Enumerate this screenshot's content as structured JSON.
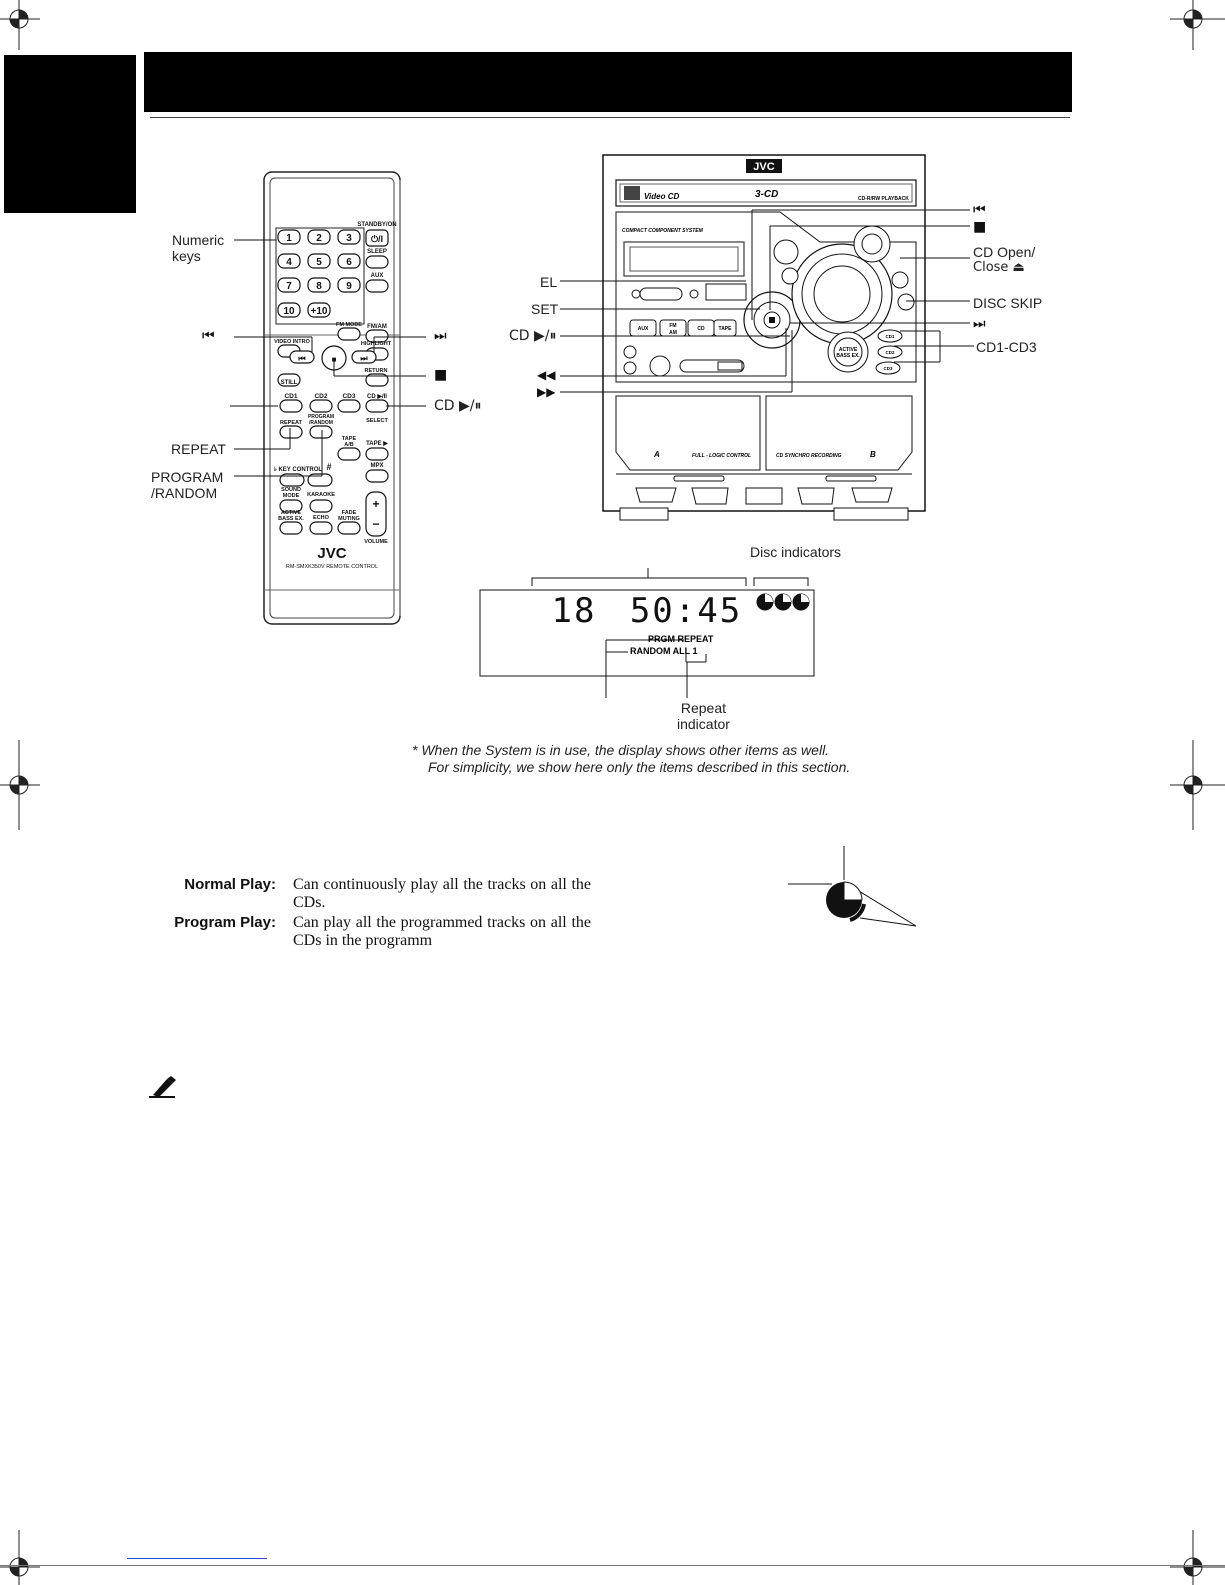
{
  "page": {
    "title": "",
    "footnote_line1": "*  When the System is in use, the display shows other items as well.",
    "footnote_line2": "For simplicity, we show here only the items described in this section."
  },
  "remote": {
    "callouts": {
      "numeric_keys_1": "Numeric",
      "numeric_keys_2": "keys",
      "prev": "⏮",
      "next": "⏭",
      "stop": "■",
      "cd_play": "CD ▶/⏸",
      "repeat": "REPEAT",
      "program_1": "PROGRAM",
      "program_2": "/RANDOM"
    },
    "keys": {
      "k1": "1",
      "k2": "2",
      "k3": "3",
      "k4": "4",
      "k5": "5",
      "k6": "6",
      "k7": "7",
      "k8": "8",
      "k9": "9",
      "k10": "10",
      "kplus10": "+10",
      "standby": "⏻/I",
      "standby_label": "STANDBY/ON",
      "sleep": "SLEEP",
      "aux": "AUX",
      "fm_mode": "FM MODE",
      "fm_am": "FM/AM",
      "video_intro": "VIDEO INTRO",
      "highlight": "HIGHLIGHT",
      "still": "STILL",
      "return": "RETURN",
      "cd1": "CD1",
      "cd2": "CD2",
      "cd3": "CD3",
      "cd_play": "CD ▶/II",
      "select": "SELECT",
      "repeat": "REPEAT",
      "program": "PROGRAM",
      "random": "/RANDOM",
      "tape_ab": "TAPE",
      "tape_ab2": "A/B",
      "tape_play": "TAPE ▶",
      "key_control": "♭ KEY CONTROL",
      "sharp": "#",
      "mpx": "MPX",
      "sound_mode": "SOUND",
      "sound_mode2": "MODE",
      "karaoke": "KARAOKE",
      "active_bass": "ACTIVE",
      "active_bass2": "BASS EX.",
      "echo": "ECHO",
      "fade": "FADE",
      "fade2": "MUTING",
      "volume": "VOLUME",
      "vol_plus": "+",
      "vol_minus": "−",
      "brand": "JVC",
      "model": "RM-SMXK350V  REMOTE CONTROL"
    }
  },
  "unit": {
    "callouts": {
      "prev": "⏮",
      "stop": "■",
      "cd_open_1": "CD Open/",
      "cd_open_2": "Close ⏏",
      "disc_skip": "DISC SKIP",
      "next": "⏭",
      "cd1_cd3": "CD1-CD3",
      "el": "EL",
      "set": "SET",
      "cd_play": "CD ▶/⏸",
      "rew": "◀◀",
      "ffw": "▶▶"
    },
    "panel": {
      "brand": "JVC",
      "video_cd": "Video CD",
      "three_cd": "3-CD",
      "rw_playback": "CD-R/RW PLAYBACK",
      "compact_system": "COMPACT  COMPONENT  SYSTEM",
      "deck_a": "A",
      "full_logic": "FULL - LOGIC CONTROL",
      "synchro": "CD SYNCHRO RECORDING",
      "deck_b": "B",
      "active_bass": "ACTIVE",
      "active_bass2": "BASS EX.",
      "aux": "AUX",
      "fm": "FM",
      "am": "AM",
      "cd": "CD",
      "tape": "TAPE",
      "cd1": "CD1",
      "cd2": "CD2",
      "cd3": "CD3"
    }
  },
  "display": {
    "disc_indicators_label": "Disc indicators",
    "track": "18",
    "time": "50:45",
    "prgm_repeat": "PRGM REPEAT",
    "random_all1": "RANDOM ALL 1",
    "repeat_indicator_1": "Repeat",
    "repeat_indicator_2": "indicator"
  },
  "modes": [
    {
      "term": "Normal Play:",
      "def": "Can continuously play all the tracks on all the CDs."
    },
    {
      "term": "Program Play:",
      "def": "Can play all the programmed tracks on all the CDs in the programm"
    }
  ]
}
